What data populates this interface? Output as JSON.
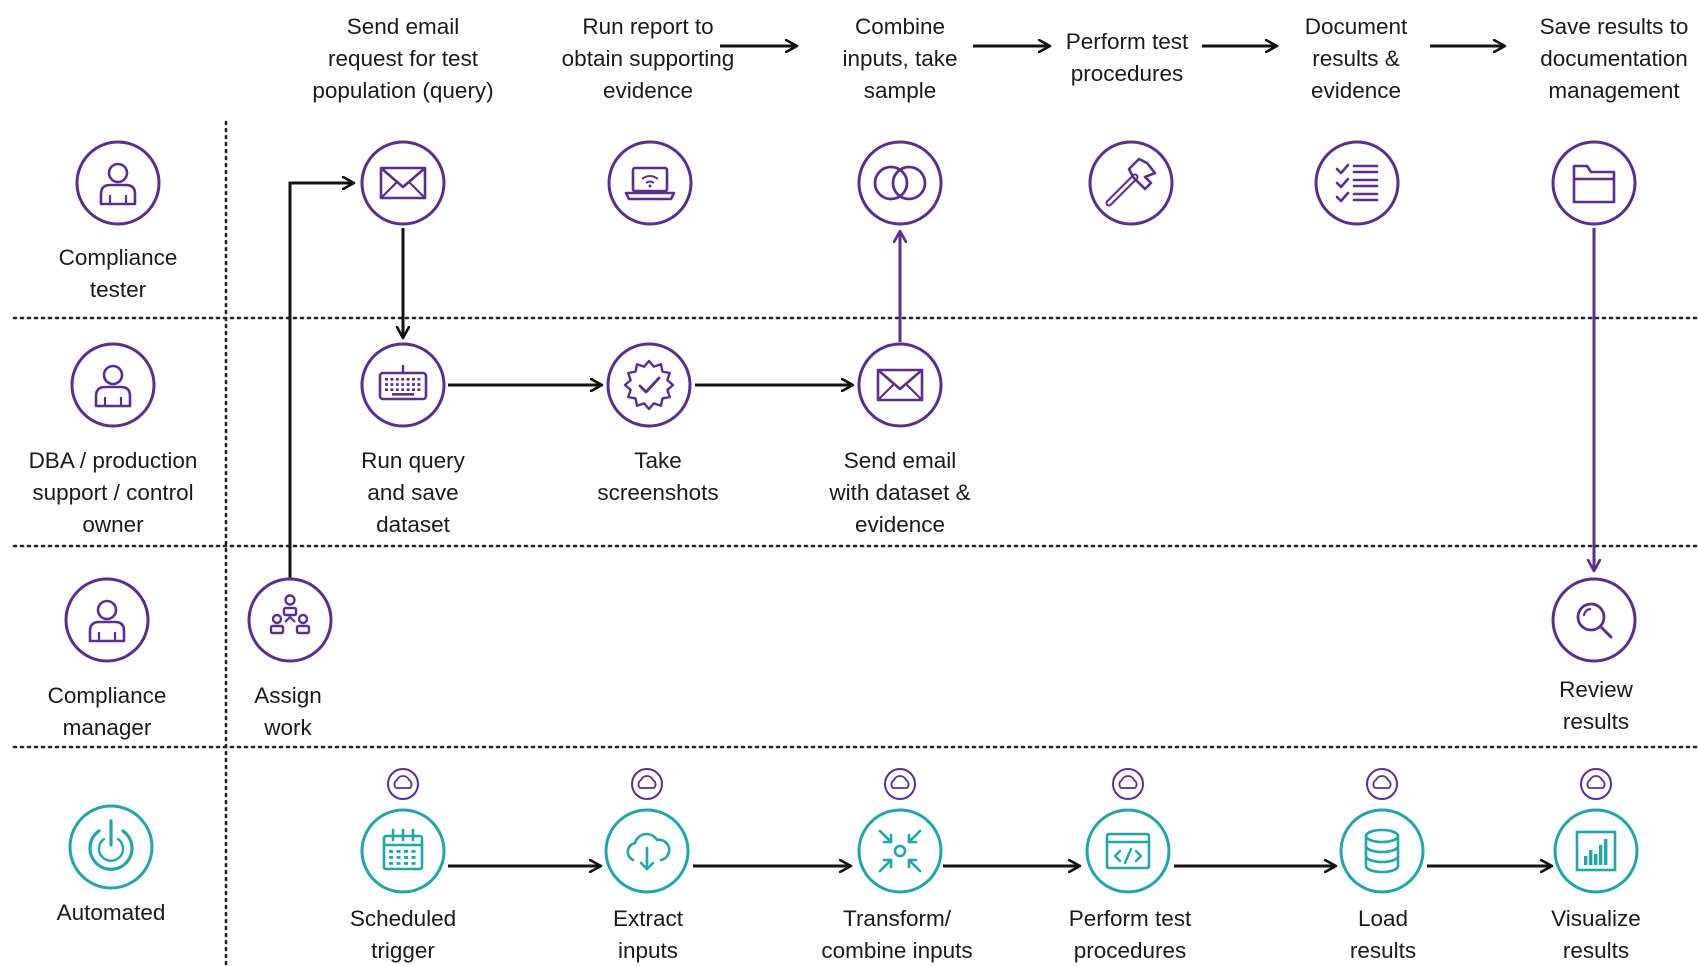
{
  "colors": {
    "purple": "#5c2d91",
    "teal": "#1ea7a6",
    "black": "#111111",
    "white": "#ffffff"
  },
  "lanes": [
    {
      "id": "tester",
      "label_lines": [
        "Compliance",
        "tester"
      ],
      "icon": "person-icon"
    },
    {
      "id": "dba",
      "label_lines": [
        "DBA / production",
        "support / control",
        "owner"
      ],
      "icon": "person-icon"
    },
    {
      "id": "manager",
      "label_lines": [
        "Compliance",
        "manager"
      ],
      "icon": "person-icon"
    },
    {
      "id": "automated",
      "label_lines": [
        "Automated"
      ],
      "icon": "power-icon"
    }
  ],
  "stages": [
    {
      "id": "s1",
      "label_lines": [
        "Send email",
        "request for test",
        "population (query)"
      ]
    },
    {
      "id": "s2",
      "label_lines": [
        "Run report to",
        "obtain supporting",
        "evidence"
      ]
    },
    {
      "id": "s3",
      "label_lines": [
        "Combine",
        "inputs, take",
        "sample"
      ]
    },
    {
      "id": "s4",
      "label_lines": [
        "Perform test",
        "procedures"
      ]
    },
    {
      "id": "s5",
      "label_lines": [
        "Document",
        "results &",
        "evidence"
      ]
    },
    {
      "id": "s6",
      "label_lines": [
        "Save results to",
        "documentation",
        "management"
      ]
    }
  ],
  "manual_nodes": [
    {
      "id": "send-email-request",
      "lane": "tester",
      "icon": "envelope-icon",
      "label_lines": []
    },
    {
      "id": "run-report",
      "lane": "tester",
      "icon": "laptop-icon",
      "label_lines": []
    },
    {
      "id": "combine-inputs",
      "lane": "tester",
      "icon": "venn-icon",
      "label_lines": []
    },
    {
      "id": "perform-test",
      "lane": "tester",
      "icon": "hammer-icon",
      "label_lines": []
    },
    {
      "id": "document-results",
      "lane": "tester",
      "icon": "checklist-icon",
      "label_lines": []
    },
    {
      "id": "save-results",
      "lane": "tester",
      "icon": "folder-icon",
      "label_lines": []
    },
    {
      "id": "run-query",
      "lane": "dba",
      "icon": "keyboard-icon",
      "label_lines": [
        "Run query",
        "and save",
        "dataset"
      ]
    },
    {
      "id": "take-screenshots",
      "lane": "dba",
      "icon": "badge-check-icon",
      "label_lines": [
        "Take",
        "screenshots"
      ]
    },
    {
      "id": "send-email-dataset",
      "lane": "dba",
      "icon": "envelope-icon",
      "label_lines": [
        "Send email",
        "with dataset &",
        "evidence"
      ]
    },
    {
      "id": "assign-work",
      "lane": "manager",
      "icon": "org-chart-icon",
      "label_lines": [
        "Assign",
        "work"
      ]
    },
    {
      "id": "review-results",
      "lane": "manager",
      "icon": "magnifier-icon",
      "label_lines": [
        "Review",
        "results"
      ]
    }
  ],
  "automated_nodes": [
    {
      "id": "scheduled-trigger",
      "icon": "calendar-icon",
      "label_lines": [
        "Scheduled",
        "trigger"
      ]
    },
    {
      "id": "extract-inputs",
      "icon": "cloud-download-icon",
      "label_lines": [
        "Extract",
        "inputs"
      ]
    },
    {
      "id": "transform-inputs",
      "icon": "converge-icon",
      "label_lines": [
        "Transform/",
        "combine inputs"
      ]
    },
    {
      "id": "perform-test-auto",
      "icon": "code-window-icon",
      "label_lines": [
        "Perform test",
        "procedures"
      ]
    },
    {
      "id": "load-results",
      "icon": "database-icon",
      "label_lines": [
        "Load",
        "results"
      ]
    },
    {
      "id": "visualize-results",
      "icon": "bar-chart-icon",
      "label_lines": [
        "Visualize",
        "results"
      ]
    }
  ],
  "cloud_badge_icon": "cloud-icon"
}
